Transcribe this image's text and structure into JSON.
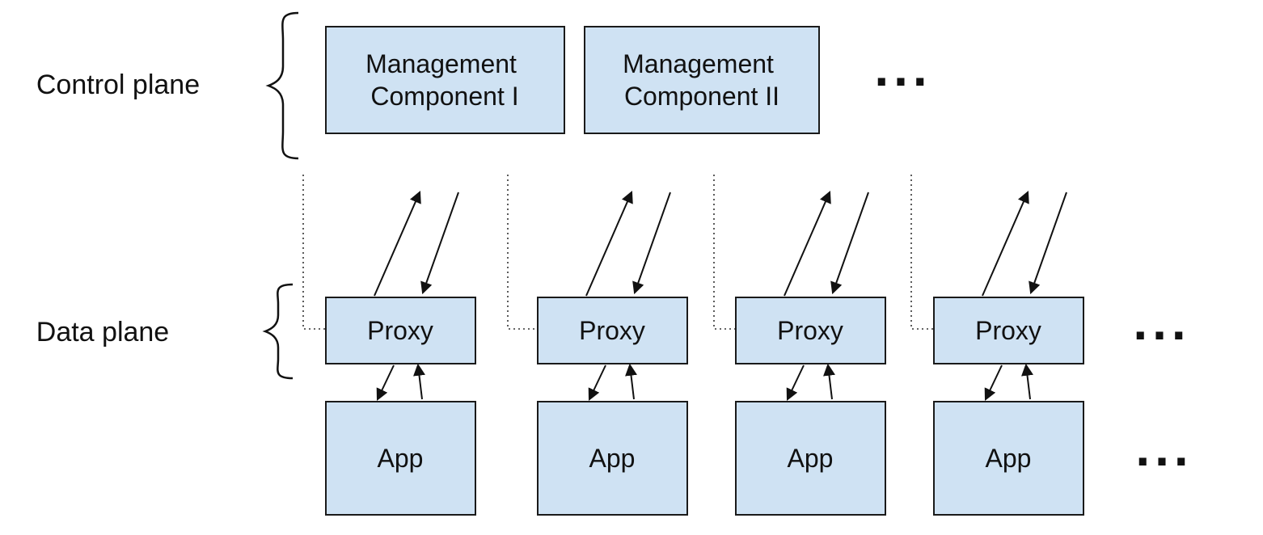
{
  "diagram": {
    "background": "#ffffff",
    "box_fill": "#cfe2f3",
    "box_stroke": "#1a1a1a",
    "control_plane": {
      "label": "Control plane",
      "components": [
        {
          "line1": "Management",
          "line2": "Component I"
        },
        {
          "line1": "Management",
          "line2": "Component II"
        }
      ],
      "ellipsis": "..."
    },
    "data_plane": {
      "label": "Data plane",
      "proxies": [
        "Proxy",
        "Proxy",
        "Proxy",
        "Proxy"
      ],
      "apps": [
        "App",
        "App",
        "App",
        "App"
      ],
      "proxy_ellipsis": "...",
      "app_ellipsis": "..."
    }
  }
}
